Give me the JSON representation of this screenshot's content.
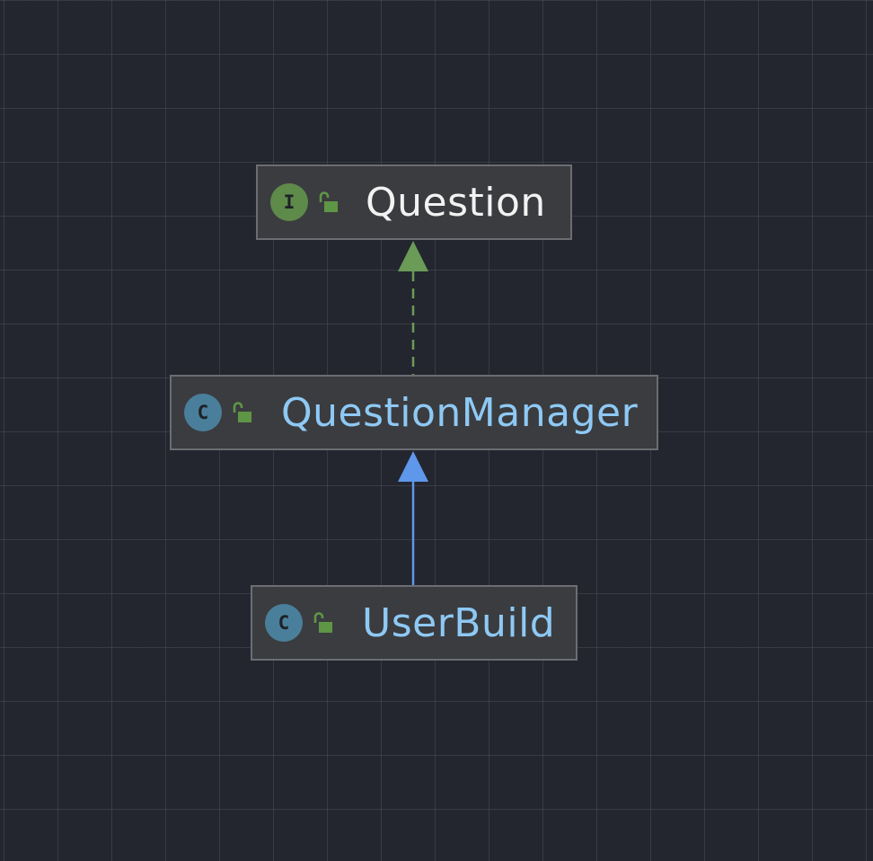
{
  "diagram": {
    "nodes": [
      {
        "id": "question",
        "name": "Question",
        "kind": "interface",
        "badge": "I",
        "visibility_icon": "open-lock-icon",
        "name_color": "#f2f2f2"
      },
      {
        "id": "question_manager",
        "name": "QuestionManager",
        "kind": "class",
        "badge": "C",
        "visibility_icon": "open-lock-icon",
        "name_color": "#8ec9f5"
      },
      {
        "id": "user_build",
        "name": "UserBuild",
        "kind": "class",
        "badge": "C",
        "visibility_icon": "open-lock-icon",
        "name_color": "#8ec9f5"
      }
    ],
    "edges": [
      {
        "from": "question_manager",
        "to": "question",
        "relation": "implements",
        "style": "dashed",
        "color": "#6a9b57"
      },
      {
        "from": "user_build",
        "to": "question_manager",
        "relation": "extends",
        "style": "solid",
        "color": "#5f97ea"
      }
    ],
    "colors": {
      "background": "#23262f",
      "node_fill": "#3b3c3f",
      "node_border": "#6b6d72",
      "interface_badge": "#5e8a4a",
      "class_badge": "#4a7f9b",
      "lock": "#5e9646"
    }
  }
}
